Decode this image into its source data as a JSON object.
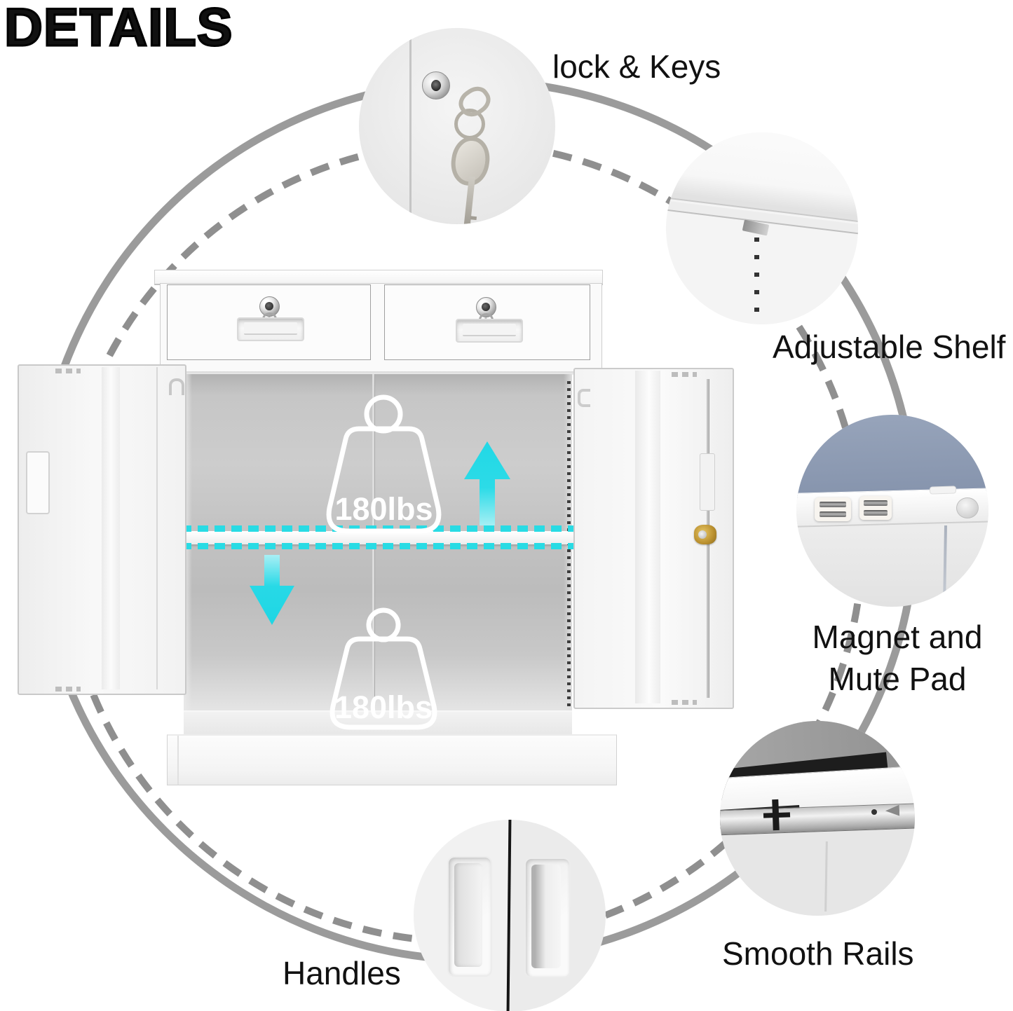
{
  "title": "DETAILS",
  "callouts": {
    "lock": {
      "label": "lock & Keys",
      "icon": "lock-and-keys-photo"
    },
    "shelf": {
      "label": "Adjustable Shelf",
      "icon": "adjustable-shelf-photo"
    },
    "magnet": {
      "label_line1": "Magnet and",
      "label_line2": "Mute Pad",
      "icon": "magnet-mute-pad-photo"
    },
    "rails": {
      "label": "Smooth Rails",
      "icon": "smooth-rails-photo"
    },
    "handles": {
      "label": "Handles",
      "icon": "handles-photo"
    }
  },
  "cabinet": {
    "shelf_capacity_label": "180lbs",
    "base_capacity_label": "180lbs"
  },
  "colors": {
    "accent_cyan": "#29dbe4",
    "arc_gray": "#9b9b9b",
    "dashed_arc_gray": "#8f8f8f",
    "magnet_pad_blue": "#8f9db5",
    "label_color": "#111111"
  }
}
